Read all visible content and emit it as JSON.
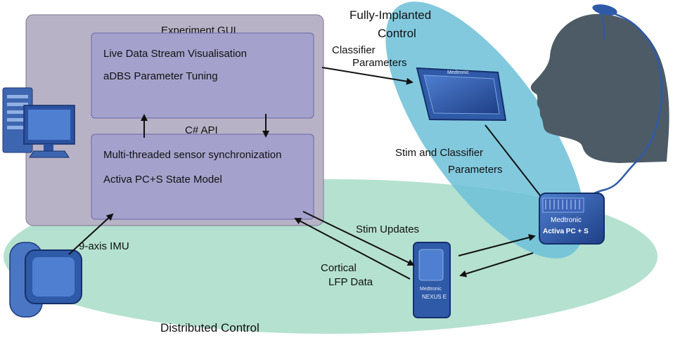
{
  "regions": {
    "fully_implanted_line1": "Fully-Implanted",
    "fully_implanted_line2": "Control",
    "distributed": "Distributed Control"
  },
  "gui": {
    "title": "Experiment GUI",
    "line1": "Live Data Stream Visualisation",
    "line2": "aDBS Parameter Tuning"
  },
  "api": {
    "title": "C# API",
    "line1": "Multi-threaded sensor synchronization",
    "line2": "Activa PC+S State Model"
  },
  "arrows": {
    "classifier_line1": "Classifier",
    "classifier_line2": "Parameters",
    "stim_classifier_line1": "Stim and Classifier",
    "stim_classifier_line2": "Parameters",
    "stim_updates": "Stim Updates",
    "cortical_line1": "Cortical",
    "cortical_line2": "LFP Data",
    "imu": "9-axis IMU"
  },
  "devices": {
    "tablet_brand": "Medtronic",
    "nexus_brand": "Medtronic",
    "nexus_name": "NEXUS E",
    "activa_brand": "Medtronic",
    "activa_name": "Activa PC + S"
  },
  "colors": {
    "distributed_fill": "#a8dcc8",
    "implanted_fill": "#6cbfd8",
    "gui_panel": "#b8b2c6",
    "inner_box": "#a4a2cc",
    "device_blue": "#2f5aa8",
    "head": "#4d5b66"
  }
}
